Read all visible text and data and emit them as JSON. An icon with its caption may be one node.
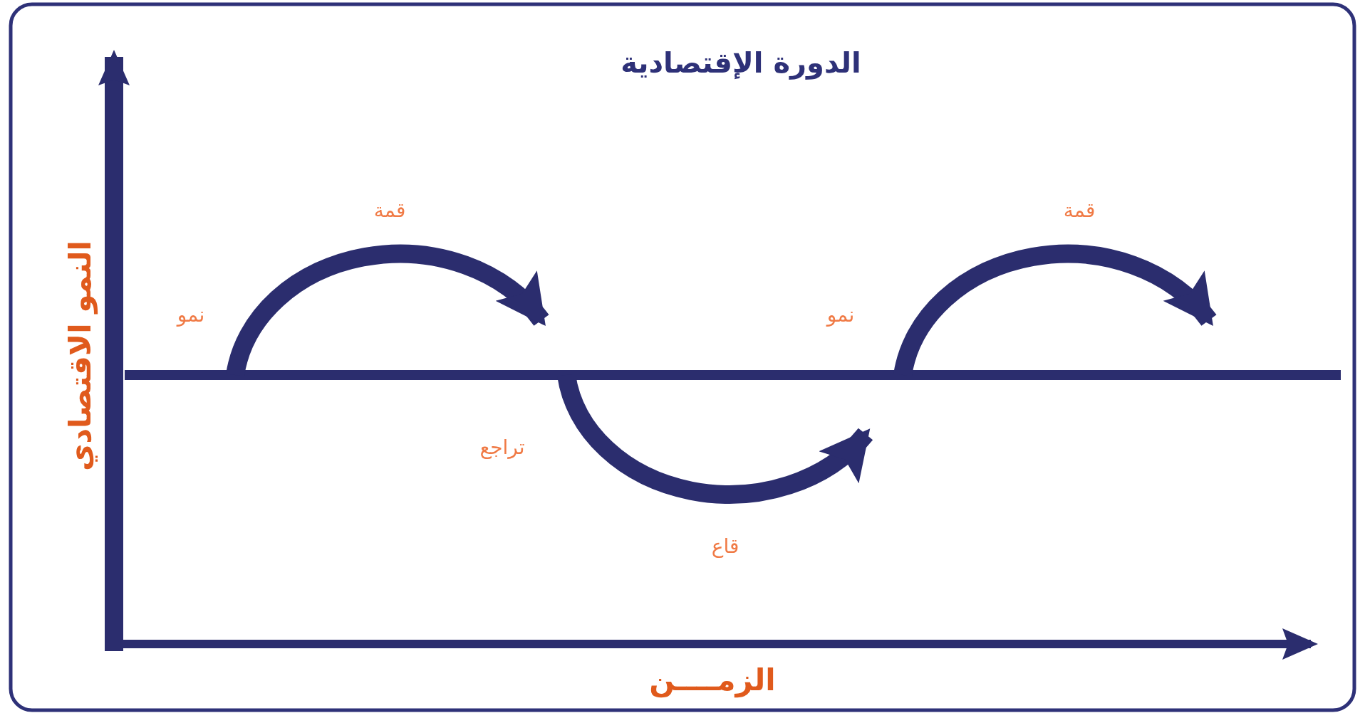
{
  "diagram": {
    "title": "الدورة الإقتصادية",
    "labels": [
      "قمة",
      "قمة",
      "نمو",
      "نمو",
      "تراجع",
      "قاع",
      "النمو الاقتصادي",
      "الزمــــن"
    ]
  }
}
